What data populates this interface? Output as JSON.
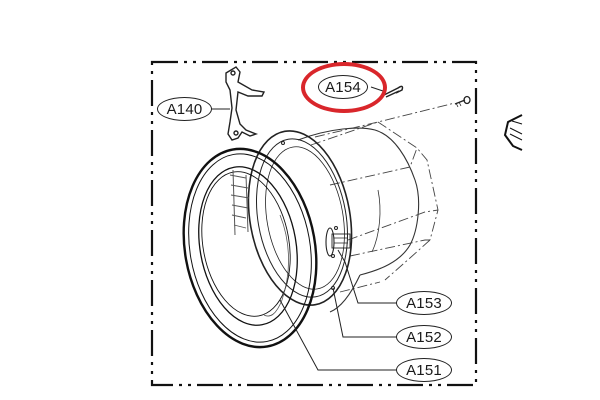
{
  "diagram": {
    "type": "exploded-parts-view",
    "subject": "front-load washer door and tub front assembly",
    "highlight_color": "#d9262b",
    "line_color": "#222222",
    "highlighted_part": "A154",
    "labels": [
      {
        "id": "A140",
        "text": "A140"
      },
      {
        "id": "A154",
        "text": "A154"
      },
      {
        "id": "A153",
        "text": "A153"
      },
      {
        "id": "A152",
        "text": "A152"
      },
      {
        "id": "A151",
        "text": "A151"
      }
    ]
  }
}
